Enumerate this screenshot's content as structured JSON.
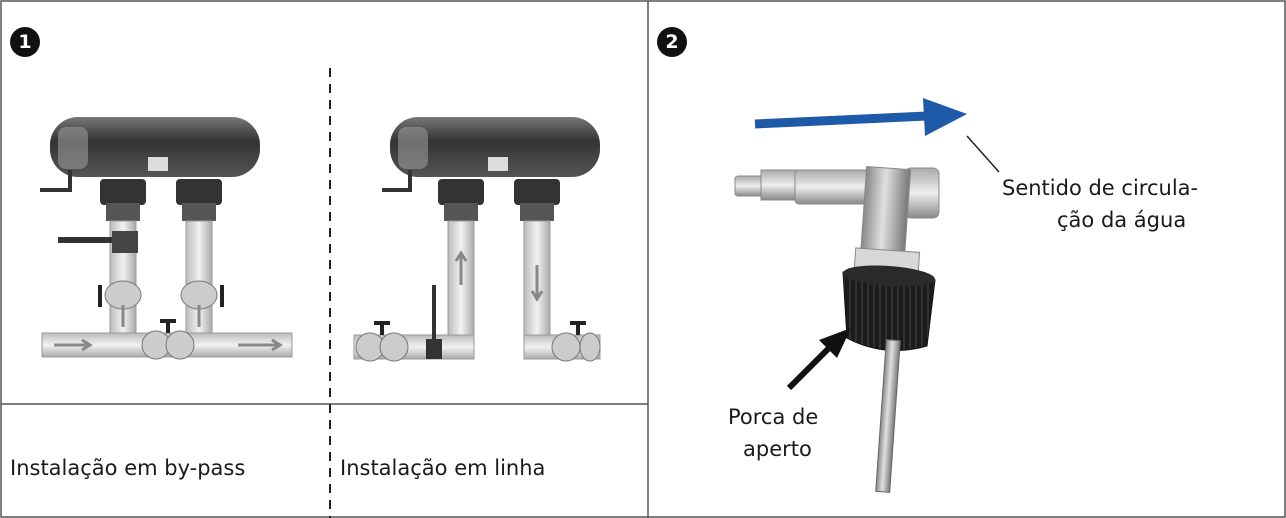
{
  "panel1": {
    "number": "1",
    "caption_bypass": "Instalação em by-pass",
    "caption_inline": "Instalação em linha"
  },
  "panel2": {
    "number": "2",
    "flow_label_line1": "Sentido de circula-",
    "flow_label_line2": "ção da água",
    "nut_label_line1": "Porca de",
    "nut_label_line2": "aperto"
  },
  "colors": {
    "flow_arrow": "#1f5aa8",
    "border": "#555555"
  }
}
